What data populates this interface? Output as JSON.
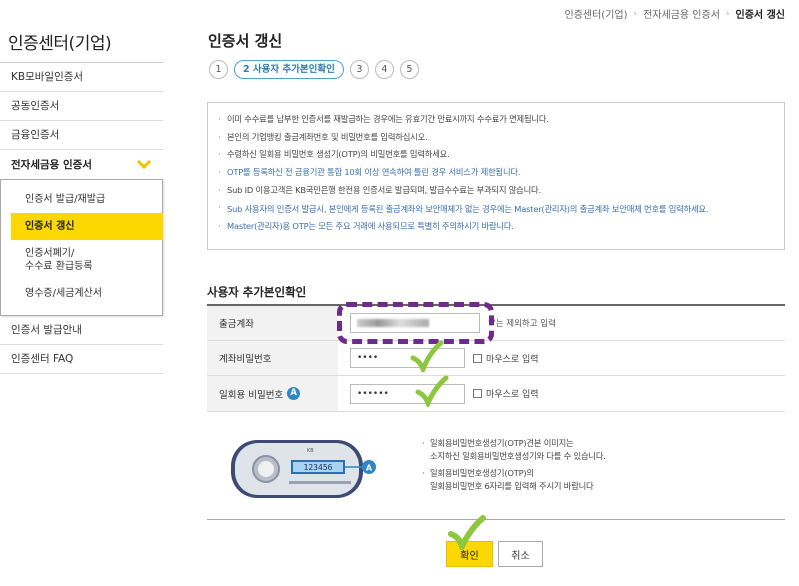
{
  "breadcrumb": [
    "인증센터(기업)",
    "전자세금용 인증서",
    "인증서 갱신"
  ],
  "sidebar": {
    "title": "인증센터(기업)",
    "items_top": [
      "KB모바일인증서",
      "공동인증서",
      "금융인증서"
    ],
    "open_item": "전자세금용 인증서",
    "submenu": [
      "인증서 발급/재발급",
      "인증서 갱신",
      "인증서폐기/\n수수료 환급등록",
      "영수증/세금계산서"
    ],
    "active_sub_index": 1,
    "items_bottom": [
      "인증서 발급안내",
      "인증센터 FAQ"
    ]
  },
  "page": {
    "title": "인증서 갱신",
    "steps": [
      "1",
      "2 사용자 추가본인확인",
      "3",
      "4",
      "5"
    ],
    "active_step": 1
  },
  "notice": [
    {
      "text": "이미 수수료를 납부한 인증서를 재발급하는 경우에는 유효기간 만료시까지 수수료가 면제됩니다.",
      "style": "normal"
    },
    {
      "text": "본인의 기업뱅킹 출금계좌번호 및 비밀번호를 입력하십시오.",
      "style": "normal"
    },
    {
      "text": "수령하신 일회용 비밀번호 생성기(OTP)의 비밀번호를 입력하세요.",
      "style": "normal"
    },
    {
      "text": "OTP를 등록하신 전 금융기관 통합 10회 이상 연속하여 틀린 경우 서비스가 제한됩니다.",
      "style": "blue"
    },
    {
      "text": "Sub ID 이용고객은 KB국민은행 한전용 인증서로 발급되며, 발급수수료는 부과되지 않습니다.",
      "style": "normal"
    },
    {
      "text": "Sub 사용자의 인증서 발급시, 본인에게 등록된 출금계좌와 보안매체가 없는 경우에는 Master(관리자)의 출금계좌 보안매체 번호를 입력하세요.",
      "style": "blue"
    },
    {
      "text": "Master(관리자)용 OTP는 모든 주요 거래에 사용되므로 특별히 주의하시기 바랍니다.",
      "style": "blue"
    }
  ],
  "form": {
    "section_title": "사용자 추가본인확인",
    "account_label": "출금계좌",
    "account_hint": "'-'는 제외하고 입력",
    "password_label": "계좌비밀번호",
    "password_value": "••••",
    "mouse_input_label": "마우스로 입력",
    "otp_label": "일회용 비밀번호",
    "otp_badge": "A",
    "otp_value": "••••••",
    "otp_mouse_input_label": "마우스로 입력"
  },
  "otp_device": {
    "brand": "KB",
    "display": "123456",
    "badge": "A"
  },
  "otp_notes": [
    "일회용비밀번호생성기(OTP)견본 이미지는\n소지하신 일회용비밀번호생성기와 다를 수 있습니다.",
    "일회용비밀번호생성기(OTP)의\n일회용비밀번호 6자리를 입력해 주시기 바랍니다"
  ],
  "buttons": {
    "confirm": "확인",
    "cancel": "취소"
  },
  "colors": {
    "accent_yellow": "#fcd700",
    "highlight_purple": "#6f2a8f",
    "check_green": "#8dc63f",
    "info_blue": "#3a6fb0"
  }
}
